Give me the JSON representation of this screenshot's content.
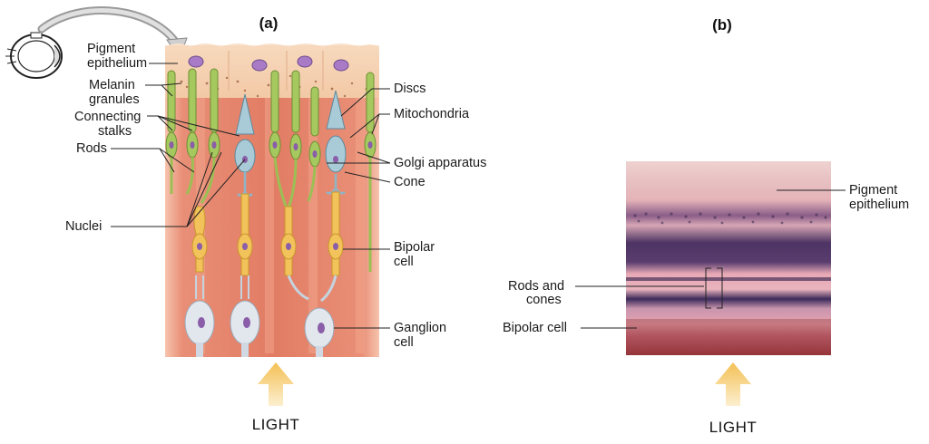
{
  "panel_a": {
    "title": "(a)",
    "labels_left": {
      "pigment_l1": "Pigment",
      "pigment_l2": "epithelium",
      "melanin_l1": "Melanin",
      "melanin_l2": "granules",
      "connecting_l1": "Connecting",
      "connecting_l2": "stalks",
      "rods": "Rods",
      "nuclei": "Nuclei"
    },
    "labels_right": {
      "discs": "Discs",
      "mitochondria": "Mitochondria",
      "golgi": "Golgi apparatus",
      "cone": "Cone",
      "bipolar_l1": "Bipolar",
      "bipolar_l2": "cell",
      "ganglion_l1": "Ganglion",
      "ganglion_l2": "cell"
    },
    "light": "LIGHT"
  },
  "panel_b": {
    "title": "(b)",
    "labels": {
      "pigment_l1": "Pigment",
      "pigment_l2": "epithelium",
      "rods_l1": "Rods and",
      "rods_l2": "cones",
      "bipolar": "Bipolar cell"
    },
    "light": "LIGHT"
  },
  "colors": {
    "pigment_layer": "#f6d3b6",
    "retina_band_dark": "#e07b66",
    "retina_band_light": "#f3b9a2",
    "rod_green": "#9cc35a",
    "cone_blue": "#a9cbd8",
    "bipolar_yellow": "#f2c35a",
    "ganglion_white": "#dfe3ea",
    "nucleus_purple": "#9a6cc0",
    "arrow_yellow": "#f5c760"
  }
}
